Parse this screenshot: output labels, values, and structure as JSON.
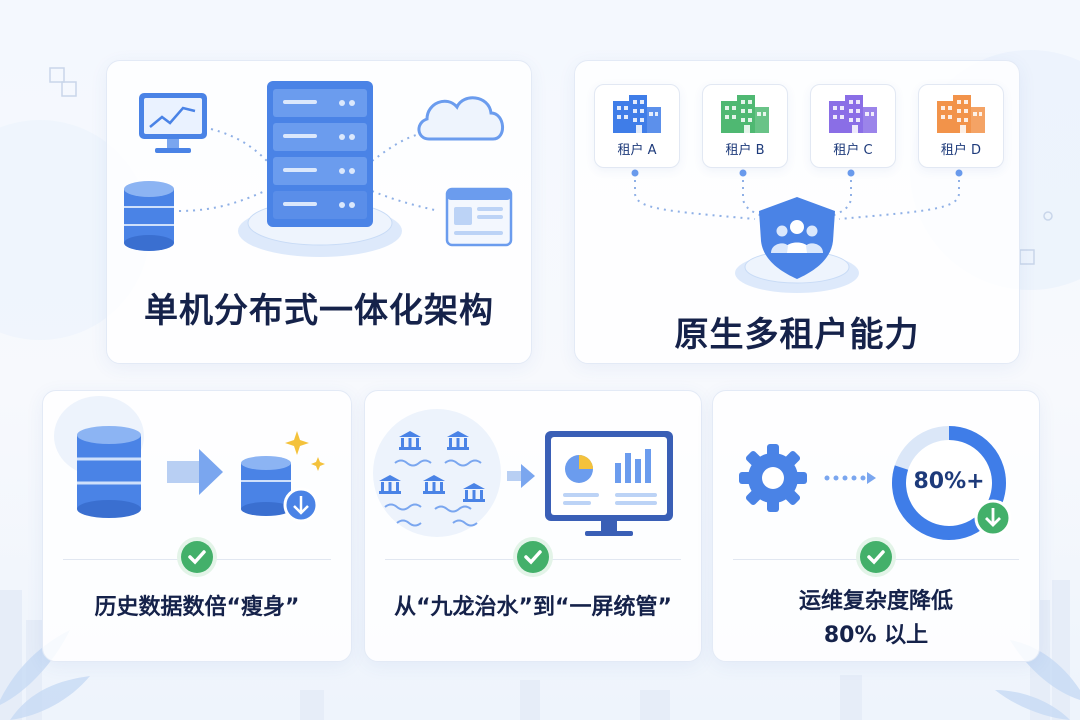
{
  "architecture": {
    "title": "单机分布式一体化架构"
  },
  "multi_tenant": {
    "title": "原生多租户能力",
    "tenants": [
      {
        "label": "租户 A",
        "color": "#3f7de8"
      },
      {
        "label": "租户 B",
        "color": "#4fb872"
      },
      {
        "label": "租户 C",
        "color": "#8a6ee6"
      },
      {
        "label": "租户 D",
        "color": "#f2934a"
      }
    ]
  },
  "history_data": {
    "title": "历史数据数倍“瘦身”"
  },
  "unified_mgmt": {
    "title": "从“九龙治水”到“一屏统管”"
  },
  "ops": {
    "title_line1": "运维复杂度降低",
    "title_line2": "80% 以上",
    "gauge_label": "80%+",
    "gauge_value": 0.8
  },
  "icons": [
    "monitor-chart-icon",
    "database-icon",
    "server-rack-icon",
    "cloud-icon",
    "browser-window-icon",
    "building-icon",
    "shield-users-icon",
    "bank-icon",
    "dashboard-monitor-icon",
    "gear-icon",
    "check-icon",
    "download-icon",
    "sparkle-icon"
  ],
  "colors": {
    "primary": "#3f7de8",
    "success": "#43b06a",
    "text": "#15224a"
  }
}
